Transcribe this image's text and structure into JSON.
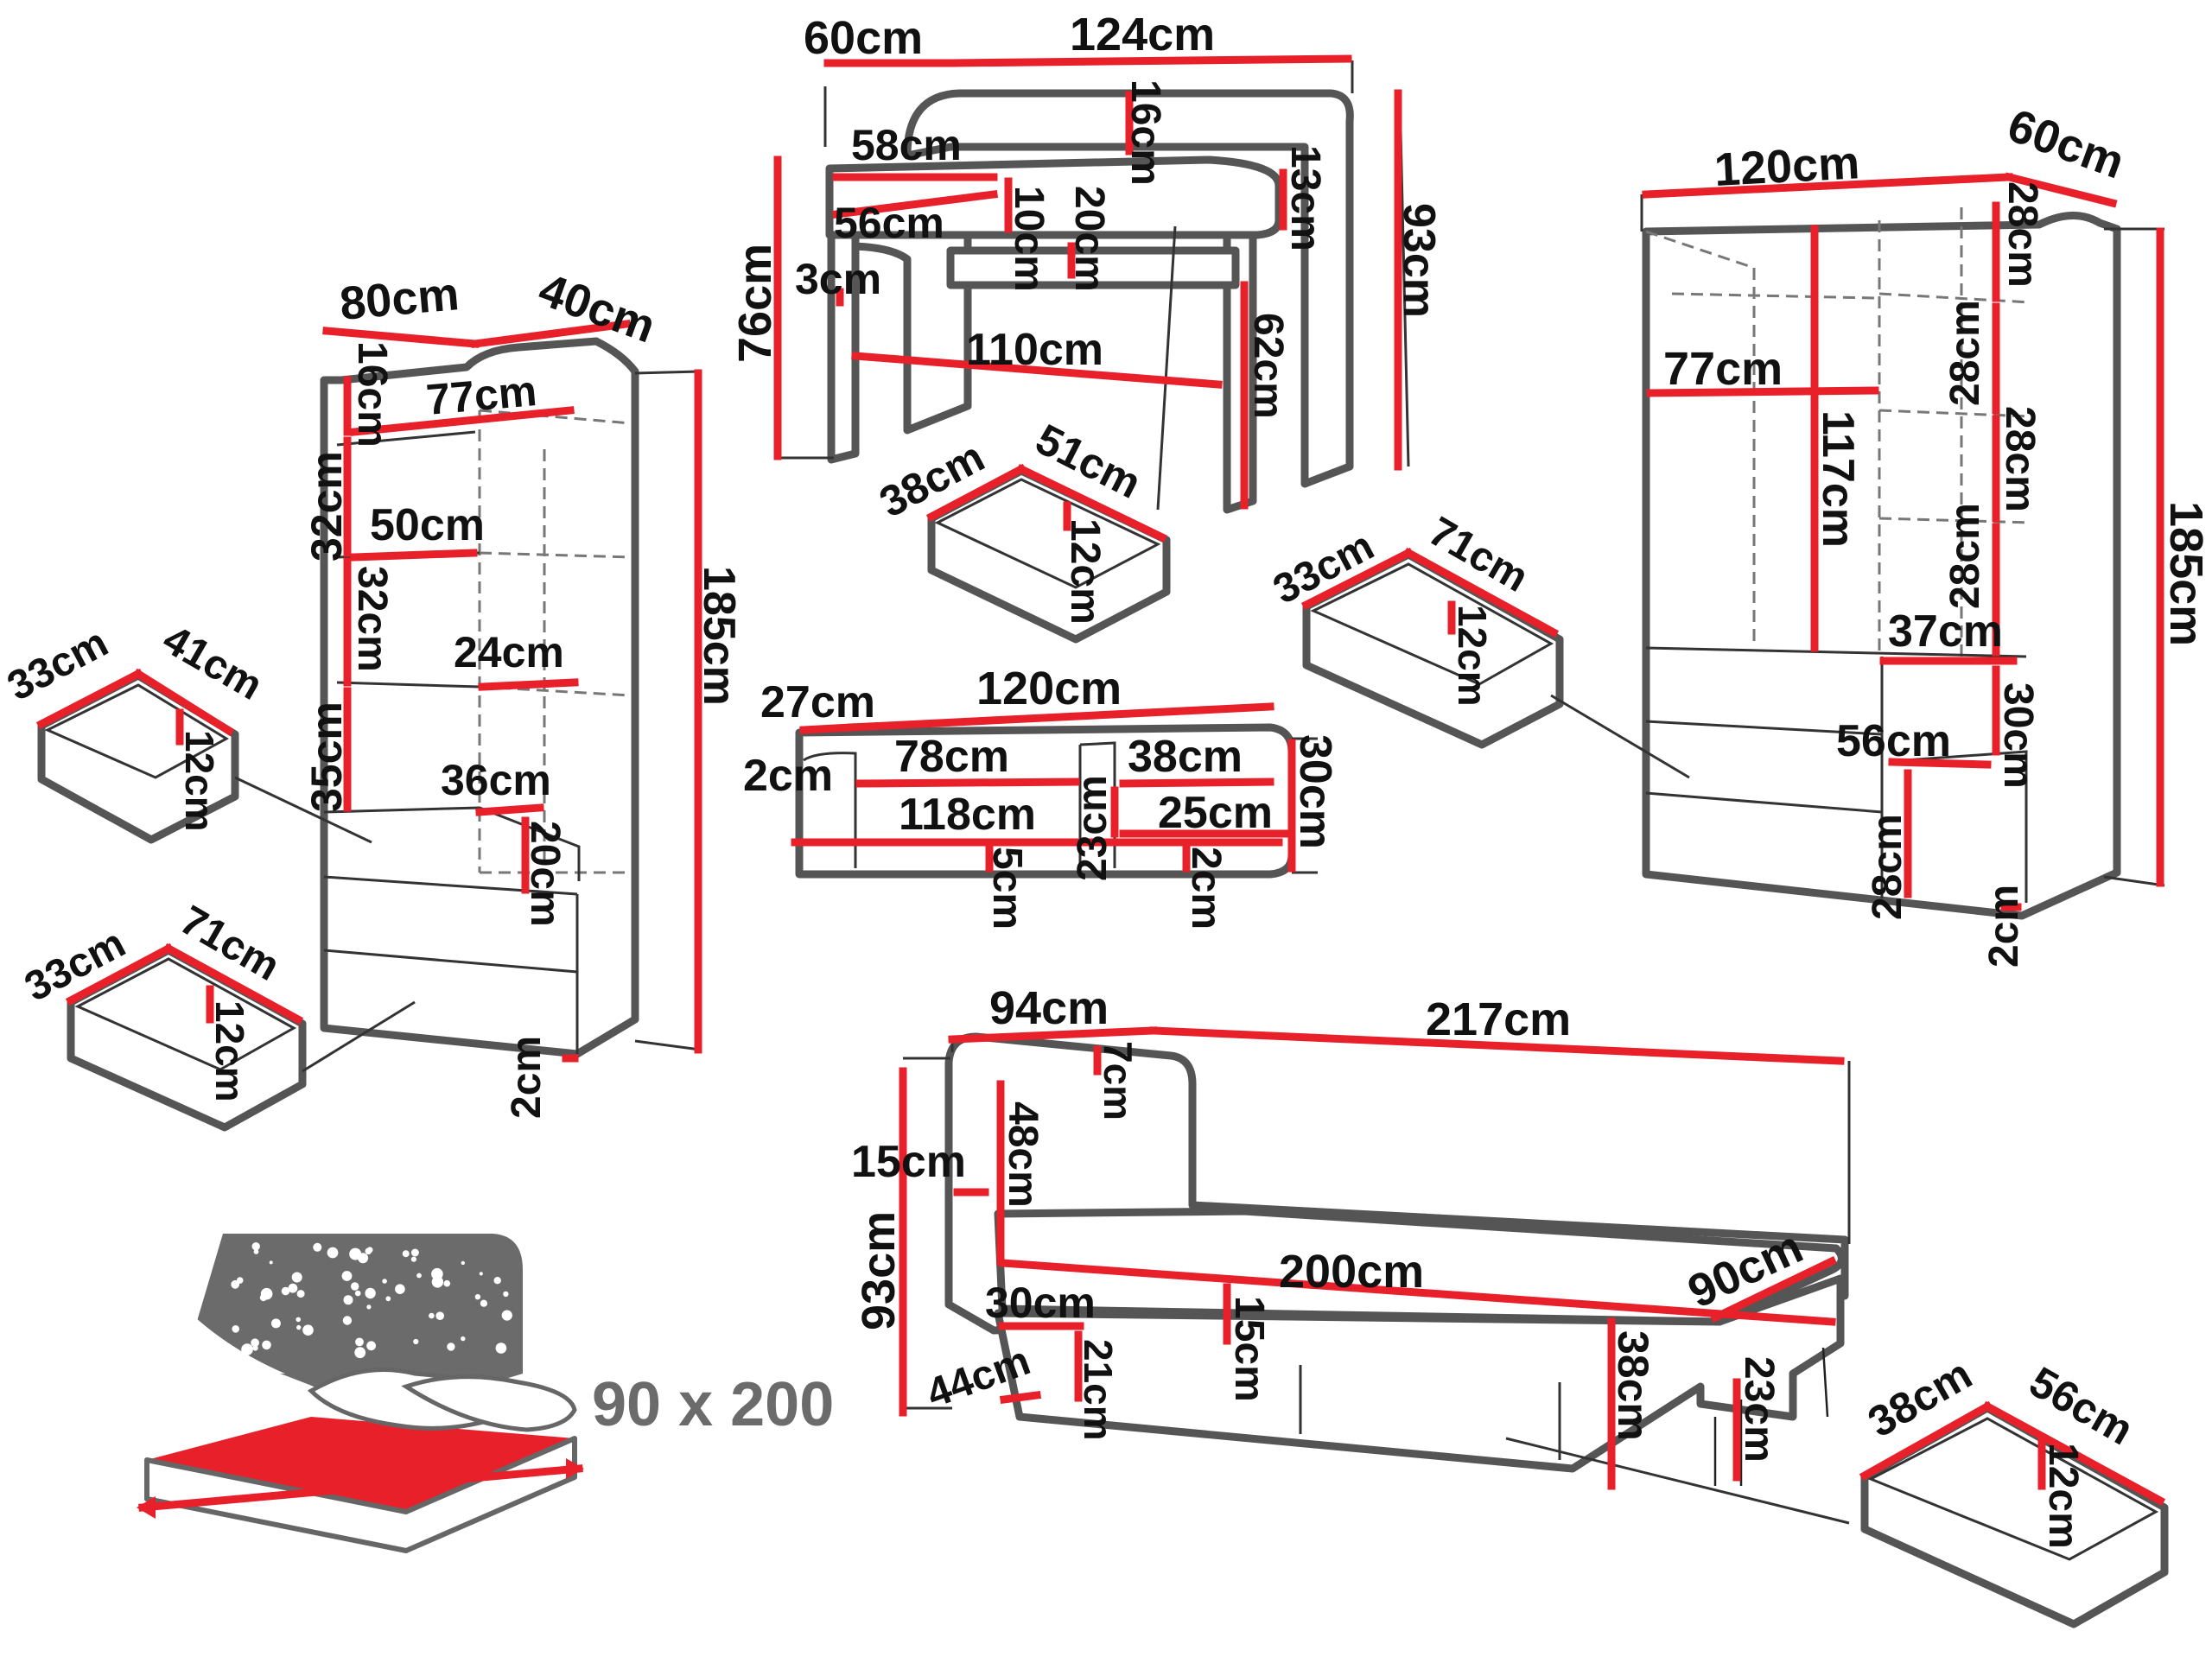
{
  "desk": {
    "depth": "60cm",
    "width": "124cm",
    "top_depth": "58cm",
    "inner_depth": "56cm",
    "top_thickness": "3cm",
    "leg_height": "76cm",
    "total_height": "93cm",
    "shelf_height": "16cm",
    "shelf_gap_a": "10cm",
    "shelf_gap_b": "20cm",
    "side_gap": "13cm",
    "knee_width": "110cm",
    "knee_height": "62cm"
  },
  "desk_drawer": {
    "depth": "38cm",
    "width": "51cm",
    "height": "12cm"
  },
  "bookcase": {
    "width": "80cm",
    "depth": "40cm",
    "top_height": "16cm",
    "inner_width": "77cm",
    "shelf_1": "32cm",
    "shelf_width": "50cm",
    "shelf_2": "32cm",
    "compartment": "24cm",
    "shelf_3": "35cm",
    "small_width": "36cm",
    "small_height": "20cm",
    "height": "185cm",
    "plinth": "2cm"
  },
  "bookcase_drawer_small": {
    "depth": "33cm",
    "width": "41cm",
    "height": "12cm"
  },
  "bookcase_drawer_large": {
    "depth": "33cm",
    "width": "71cm",
    "height": "12cm"
  },
  "wall_shelf": {
    "depth": "27cm",
    "width": "120cm",
    "edge": "2cm",
    "top_width": "78cm",
    "side_width": "38cm",
    "height": "30cm",
    "bottom_width": "118cm",
    "inner_height": "23cm",
    "side_inner": "25cm",
    "gap": "5cm",
    "edge_2": "2cm"
  },
  "wardrobe": {
    "width": "120cm",
    "depth": "60cm",
    "shelf_a": "28cm",
    "shelf_b": "28cm",
    "shelf_c": "28cm",
    "shelf_d": "28cm",
    "rail_width": "77cm",
    "hanging": "117cm",
    "small_width": "37cm",
    "compartment": "30cm",
    "lower_width": "56cm",
    "lower": "28cm",
    "plinth": "2cm",
    "height": "185cm"
  },
  "wardrobe_drawer": {
    "depth": "33cm",
    "width": "71cm",
    "height": "12cm"
  },
  "bed": {
    "depth": "94cm",
    "length": "217cm",
    "head_offset": "7cm",
    "side": "15cm",
    "head_height": "48cm",
    "total_height": "93cm",
    "mattress_length": "200cm",
    "mattress_width": "90cm",
    "drawer_width": "30cm",
    "step": "15cm",
    "drawer_depth": "44cm",
    "drawer_height": "21cm",
    "base": "38cm",
    "leg": "23cm"
  },
  "bed_drawer": {
    "depth": "38cm",
    "width": "56cm",
    "height": "12cm"
  },
  "mattress": {
    "size_label": "90 x 200"
  },
  "colors": {
    "dimension_line": "#e8202a",
    "outline": "#555555",
    "mattress": "#e8202a"
  }
}
